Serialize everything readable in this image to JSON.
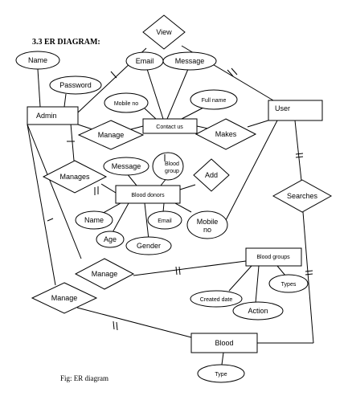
{
  "heading": "3.3 ER DIAGRAM:",
  "caption": "Fig: ER diagram",
  "entities": {
    "admin": "Admin",
    "user": "User",
    "contact_us": "Contact us",
    "blood_donors": "Blood donors",
    "blood_groups": "Blood groups",
    "blood": "Blood"
  },
  "relationships": {
    "view": "View",
    "manage_contact": "Manage",
    "makes": "Makes",
    "manages": "Manages",
    "add": "Add",
    "searches": "Searches",
    "manage_groups": "Manage",
    "manage_blood": "Manage"
  },
  "attributes": {
    "name_admin": "Name",
    "password": "Password",
    "email_contact": "Email",
    "message_contact": "Message",
    "mobile_no_contact": "Mobile no",
    "full_name": "Full name",
    "message_donor": "Message",
    "blood_group": "Blood group",
    "name_donor": "Name",
    "age": "Age",
    "gender": "Gender",
    "email_donor": "Email",
    "mobile_no_donor": "Mobile no",
    "created_date": "Created date",
    "types": "Types",
    "action": "Action",
    "type": "Type"
  }
}
